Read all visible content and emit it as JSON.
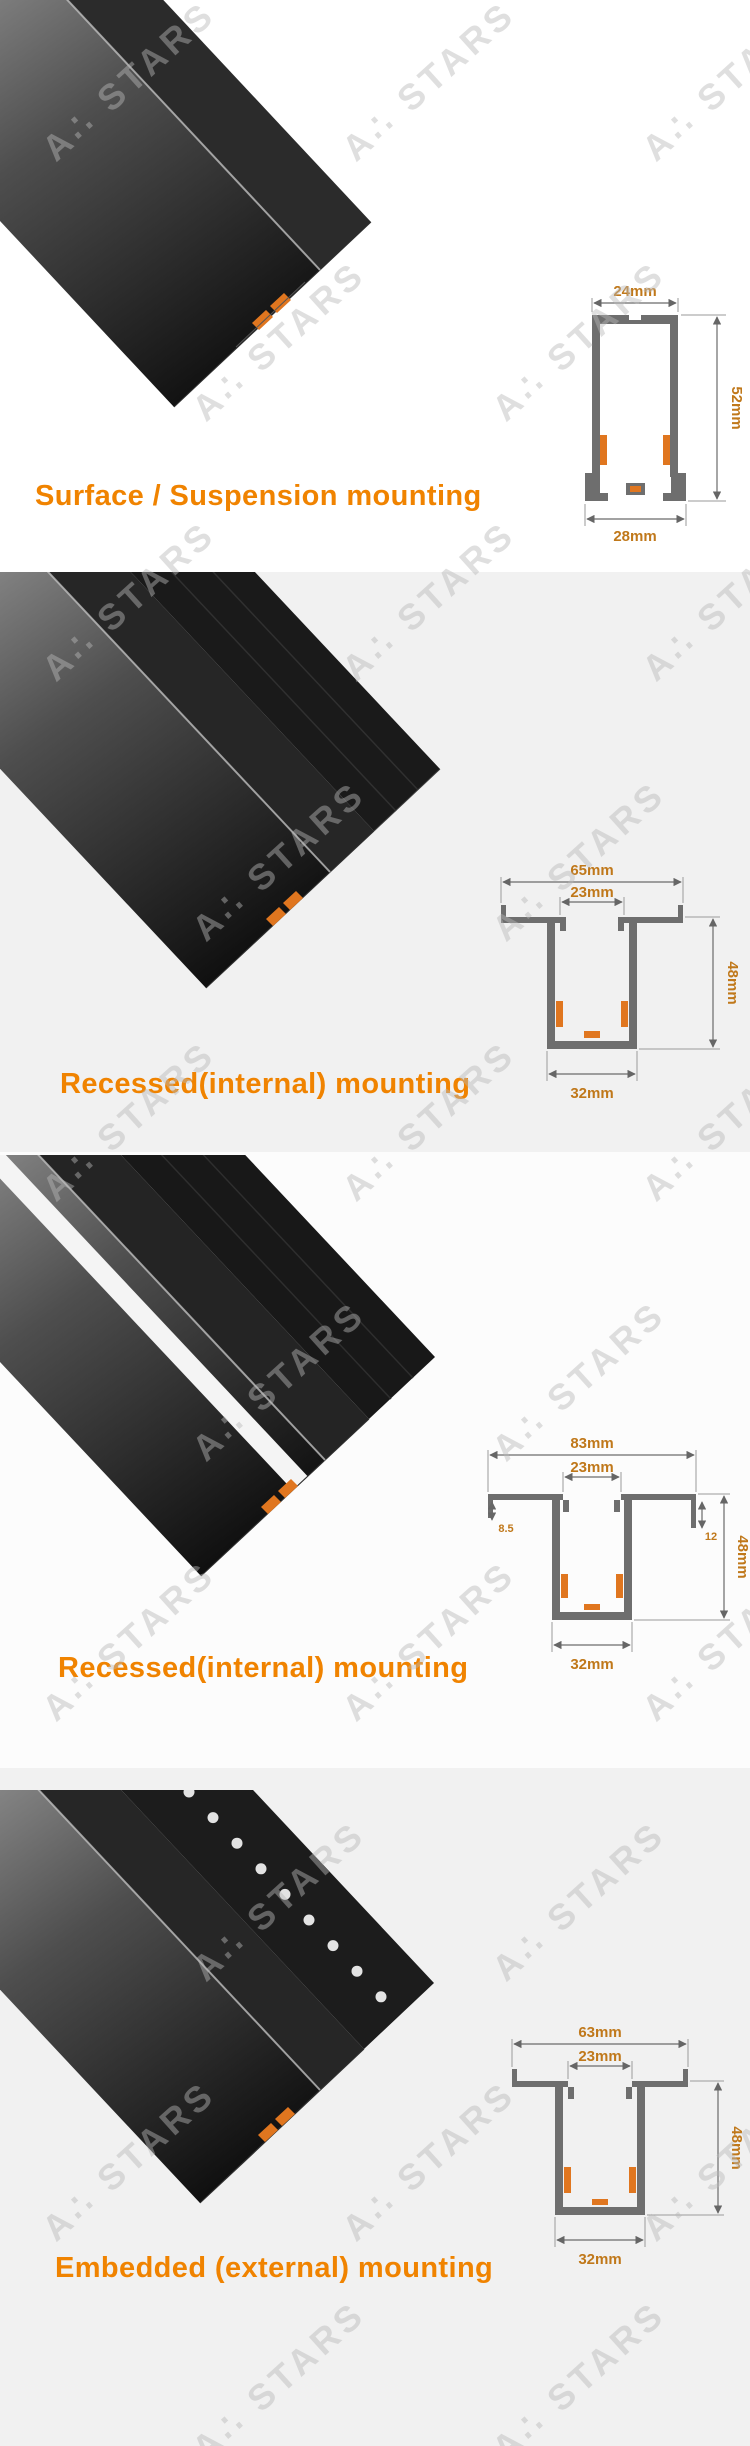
{
  "watermark": {
    "text": "A∴ STARS",
    "color": "#b9b9b9"
  },
  "accent_color": "#f08300",
  "dim_label_color": "#c0781a",
  "sections": [
    {
      "id": "surface-suspension",
      "title": "Surface / Suspension mounting",
      "dims": {
        "top_width": "24mm",
        "height": "52mm",
        "bottom_width": "28mm"
      }
    },
    {
      "id": "recessed-internal-1",
      "title": "Recessed(internal) mounting",
      "dims": {
        "flange_width": "65mm",
        "opening_width": "23mm",
        "height": "48mm",
        "body_width": "32mm"
      }
    },
    {
      "id": "recessed-internal-2",
      "title": "Recessed(internal) mounting",
      "dims": {
        "flange_width": "83mm",
        "opening_width": "23mm",
        "left_edge": "8.5",
        "right_edge": "12",
        "height": "48mm",
        "body_width": "32mm"
      }
    },
    {
      "id": "embedded-external",
      "title": "Embedded (external) mounting",
      "dims": {
        "flange_width": "63mm",
        "opening_width": "23mm",
        "height": "48mm",
        "body_width": "32mm"
      }
    }
  ]
}
